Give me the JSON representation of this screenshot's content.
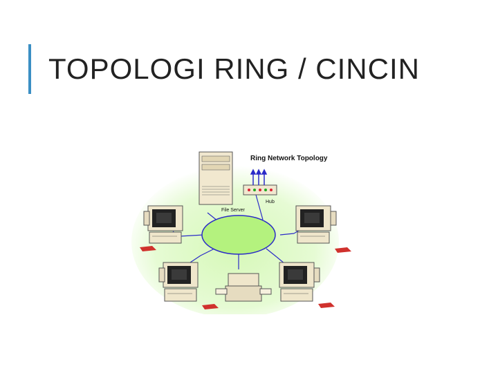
{
  "slide": {
    "title": "TOPOLOGI RING / CINCIN"
  },
  "diagram": {
    "heading": "Ring Network Topology",
    "file_server_label": "File Server",
    "hub_label": "Hub",
    "colors": {
      "glow": "#c8f5a8",
      "ring": "#aef07a",
      "ring_stroke": "#2a2ac8",
      "accent": "#3b8fc4"
    }
  }
}
